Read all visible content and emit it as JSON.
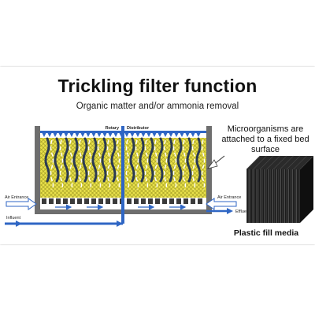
{
  "title": "Trickling filter function",
  "subtitle": "Organic matter and/or ammonia removal",
  "labels": {
    "rotary": "Rotary",
    "distributor": "Distributor",
    "air_left": "Air Entrance",
    "air_right": "Air Entrance",
    "influent": "Influent",
    "effluent": "Effluent"
  },
  "callout": "Microorganisms are attached to a fixed bed surface",
  "media_caption": "Plastic fill media",
  "colors": {
    "media_yellow": "#e8e04a",
    "tank_gray": "#6e6e6e",
    "pipe_blue": "#2f66c4",
    "stripe_dark": "#2b3a52"
  }
}
